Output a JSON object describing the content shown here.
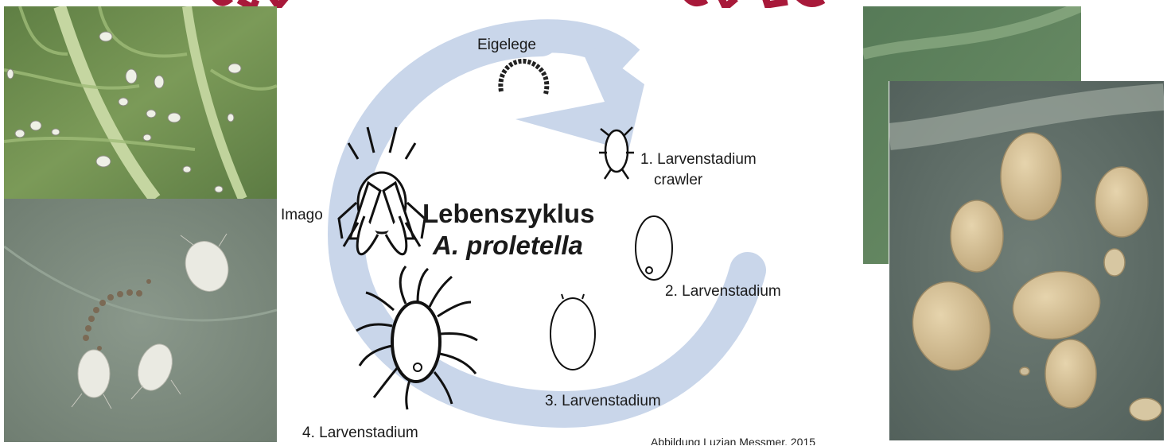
{
  "diagram": {
    "title_line1": "Lebenszyklus",
    "title_line2": "A. proletella",
    "stages": {
      "eggs": "Eigelege",
      "larva1": "1. Larvenstadium",
      "larva1_sub": "crawler",
      "larva2": "2. Larvenstadium",
      "larva3": "3. Larvenstadium",
      "larva4": "4. Larvenstadium",
      "adult": "Imago"
    },
    "credit": "Abbildung Luzian Messmer, 2015"
  },
  "colors": {
    "cycle_arrow": "#c9d6ea",
    "title_strip": "#a8193a",
    "leaf_green": "#6f8f4a",
    "leaf_gray": "#7b8a7d",
    "larva_tan": "#d8c39a"
  }
}
